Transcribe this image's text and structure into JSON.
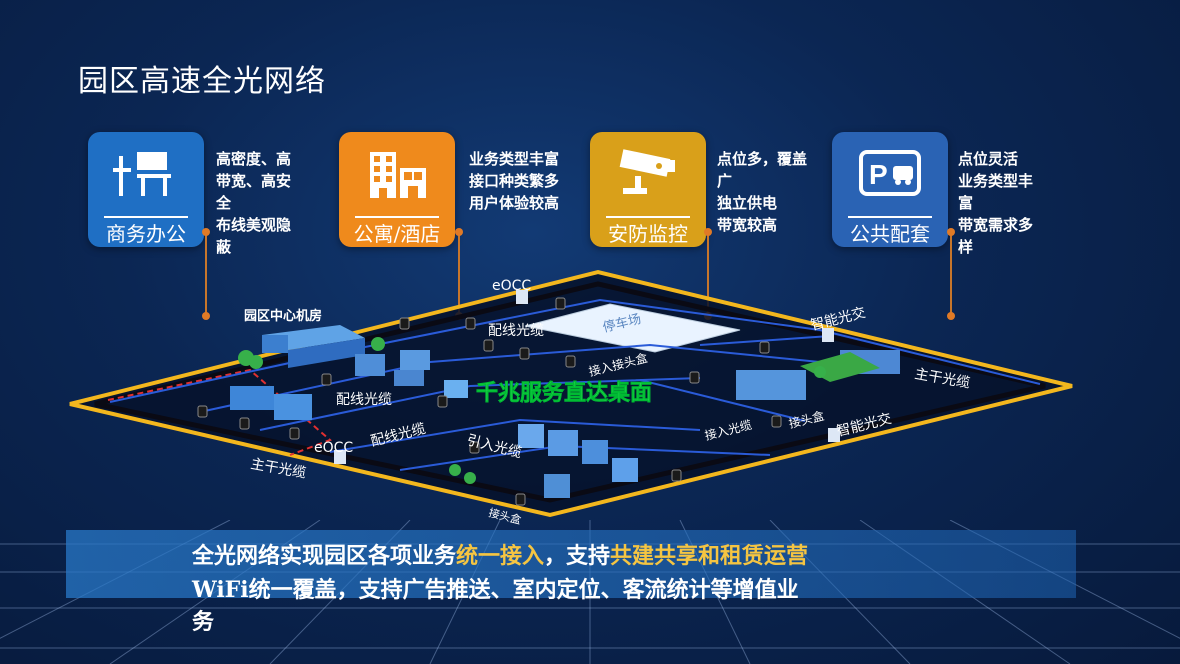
{
  "title": "园区高速全光网络",
  "cards": [
    {
      "label": "商务办公",
      "icon": "office-desk-icon",
      "color": "#1f6fc4",
      "desc": "高密度、高\n带宽、高安\n全\n布线美观隐\n蔽"
    },
    {
      "label": "公寓/酒店",
      "icon": "apartment-building-icon",
      "color": "#ef8a1c",
      "desc": "业务类型丰富\n接口种类繁多\n用户体验较高"
    },
    {
      "label": "安防监控",
      "icon": "security-camera-icon",
      "color": "#d9a01a",
      "desc": "点位多，覆盖\n广\n独立供电\n带宽较高"
    },
    {
      "label": "公共配套",
      "icon": "parking-icon",
      "color": "#2a63b4",
      "desc": "点位灵活\n业务类型丰\n富\n带宽需求多\n样"
    }
  ],
  "diagram": {
    "center_text": "千兆服务直达桌面",
    "labels": {
      "datacenter": "园区中心机房",
      "eocc_top": "eOCC",
      "eocc_bottom": "eOCC",
      "parking": "停车场",
      "dist1": "配线光缆",
      "dist2": "配线光缆",
      "dist3": "配线光缆",
      "access1": "接入接头盒",
      "access2": "接入光缆",
      "joint1": "接头盒",
      "joint2": "接头盒",
      "drop": "引入光缆",
      "trunk1": "主干光缆",
      "trunk2": "主干光缆",
      "smart1": "智能光交",
      "smart2": "智能光交"
    }
  },
  "banner": {
    "line1_part1": "全光网络实现园区各项业务",
    "line1_hl1": "统一接入",
    "line1_part2": "，支持",
    "line1_hl2": "共建共享和租赁运营",
    "line2": "WiFi统一覆盖，支持广告推送、室内定位、客流统计等增值业",
    "line3": "务"
  }
}
